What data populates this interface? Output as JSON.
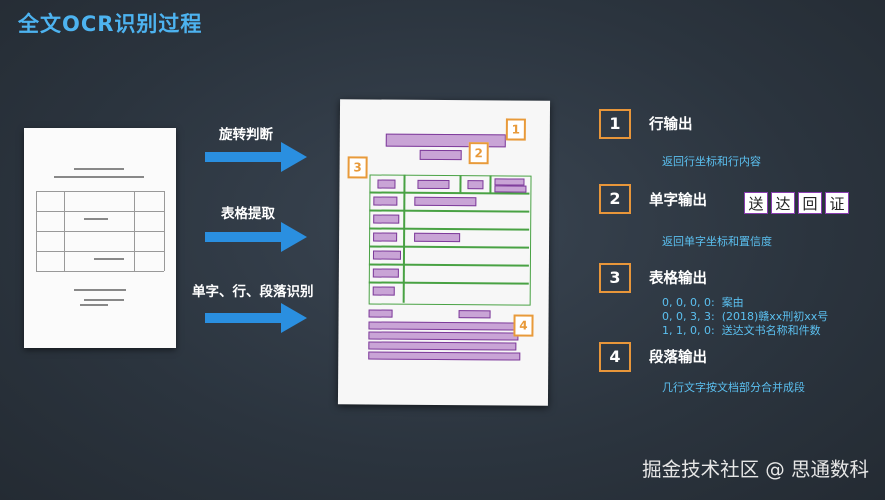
{
  "title": "全文OCR识别过程",
  "steps": [
    {
      "label": "旋转判断"
    },
    {
      "label": "表格提取"
    },
    {
      "label": "单字、行、段落识别"
    }
  ],
  "badges": [
    "1",
    "2",
    "3",
    "4"
  ],
  "outputs": [
    {
      "num": "1",
      "title": "行输出",
      "desc": "返回行坐标和行内容"
    },
    {
      "num": "2",
      "title": "单字输出",
      "desc": "返回单字坐标和置信度",
      "chars": [
        "送",
        "达",
        "回",
        "证"
      ]
    },
    {
      "num": "3",
      "title": "表格输出",
      "lines": [
        {
          "idx": "0, 0, 0, 0:",
          "text": "案由"
        },
        {
          "idx": "0, 0, 3, 3:",
          "text": "(2018)赣xx刑初xx号"
        },
        {
          "idx": "1, 1, 0, 0:",
          "text": "送达文书名称和件数"
        }
      ]
    },
    {
      "num": "4",
      "title": "段落输出",
      "desc": "几行文字按文档部分合并成段"
    }
  ],
  "watermark": "掘金技术社区 @ 思通数科",
  "colors": {
    "title": "#4db3f0",
    "accent": "#e8963a",
    "arrow": "#2a8fe0",
    "desc": "#5bc0f0",
    "word_box": "#7d3a9a",
    "table_box": "#49a244"
  }
}
